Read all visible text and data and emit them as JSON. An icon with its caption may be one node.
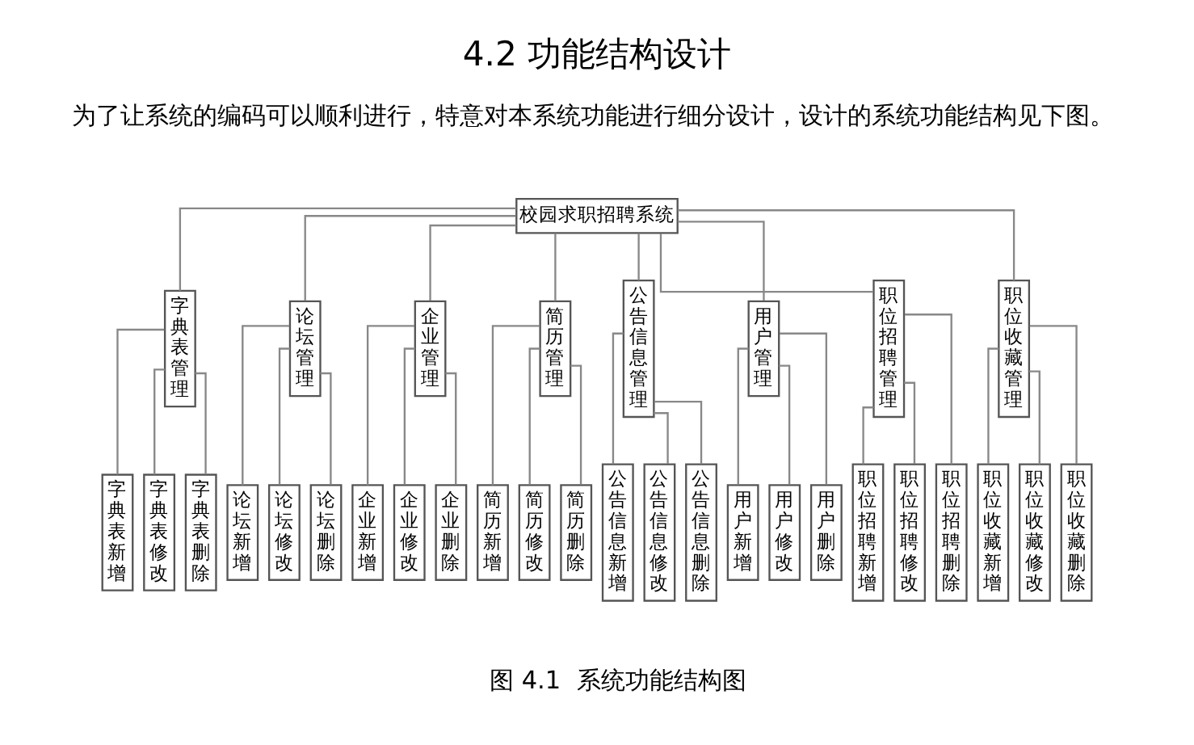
{
  "diagram": {
    "title": "4.2 功能结构设计",
    "caption": "图 4.1  系统功能结构图",
    "nodes": [
      {
        "text": [
          "校园求职招聘系统"
        ]
      },
      {
        "text": [
          "字典表管理"
        ]
      },
      {
        "text": [
          "论坛管理"
        ]
      },
      {
        "text": [
          "企业管理"
        ]
      },
      {
        "text": [
          "简历管理"
        ]
      },
      {
        "text": [
          "公告信息管理"
        ]
      },
      {
        "text": [
          "用户管理"
        ]
      },
      {
        "text": [
          "职位招聘管理"
        ]
      },
      {
        "text": [
          "职位收藏管理"
        ]
      },
      {
        "text": [
          "字典表新增"
        ]
      },
      {
        "text": [
          "字典表修改"
        ]
      },
      {
        "text": [
          "字典表删除"
        ]
      },
      {
        "text": [
          "论坛新增"
        ]
      },
      {
        "text": [
          "论坛修改"
        ]
      },
      {
        "text": [
          "论坛删除"
        ]
      },
      {
        "text": [
          "企业新增"
        ]
      },
      {
        "text": [
          "企业修改"
        ]
      },
      {
        "text": [
          "企业删除"
        ]
      },
      {
        "text": [
          "简历新增"
        ]
      },
      {
        "text": [
          "简历修改"
        ]
      },
      {
        "text": [
          "简历删除"
        ]
      },
      {
        "text": [
          "公告信息新增"
        ]
      },
      {
        "text": [
          "公告信息修改"
        ]
      },
      {
        "text": [
          "公告信息删除"
        ]
      },
      {
        "text": [
          "用户新增"
        ]
      },
      {
        "text": [
          "用户修改"
        ]
      },
      {
        "text": [
          "用户删除"
        ]
      },
      {
        "text": [
          "职位招聘新增"
        ]
      },
      {
        "text": [
          "职位招聘修改"
        ]
      },
      {
        "text": [
          "职位招聘删除"
        ]
      },
      {
        "text": [
          "职位收藏新增"
        ]
      },
      {
        "text": [
          "职位收藏修改"
        ]
      },
      {
        "text": [
          "职位收藏删除"
        ]
      }
    ],
    "edges": [
      {
        "from": 0,
        "to": 1,
        "arrow": "none"
      },
      {
        "from": 0,
        "to": 2,
        "arrow": "none"
      },
      {
        "from": 0,
        "to": 3,
        "arrow": "none"
      },
      {
        "from": 0,
        "to": 4,
        "arrow": "none"
      },
      {
        "from": 0,
        "to": 5,
        "arrow": "none"
      },
      {
        "from": 0,
        "to": 6,
        "arrow": "none"
      },
      {
        "from": 0,
        "to": 7,
        "arrow": "none"
      },
      {
        "from": 0,
        "to": 8,
        "arrow": "none"
      },
      {
        "from": 1,
        "to": 9,
        "arrow": "none"
      },
      {
        "from": 1,
        "to": 10,
        "arrow": "none"
      },
      {
        "from": 1,
        "to": 11,
        "arrow": "none"
      },
      {
        "from": 2,
        "to": 12,
        "arrow": "none"
      },
      {
        "from": 2,
        "to": 13,
        "arrow": "none"
      },
      {
        "from": 2,
        "to": 14,
        "arrow": "none"
      },
      {
        "from": 3,
        "to": 15,
        "arrow": "none"
      },
      {
        "from": 3,
        "to": 16,
        "arrow": "none"
      },
      {
        "from": 3,
        "to": 17,
        "arrow": "none"
      },
      {
        "from": 4,
        "to": 18,
        "arrow": "none"
      },
      {
        "from": 4,
        "to": 19,
        "arrow": "none"
      },
      {
        "from": 4,
        "to": 20,
        "arrow": "none"
      },
      {
        "from": 5,
        "to": 21,
        "arrow": "none"
      },
      {
        "from": 5,
        "to": 22,
        "arrow": "none"
      },
      {
        "from": 5,
        "to": 23,
        "arrow": "none"
      },
      {
        "from": 6,
        "to": 24,
        "arrow": "none"
      },
      {
        "from": 6,
        "to": 25,
        "arrow": "none"
      },
      {
        "from": 6,
        "to": 26,
        "arrow": "none"
      },
      {
        "from": 7,
        "to": 27,
        "arrow": "none"
      },
      {
        "from": 7,
        "to": 28,
        "arrow": "none"
      },
      {
        "from": 7,
        "to": 29,
        "arrow": "none"
      },
      {
        "from": 8,
        "to": 30,
        "arrow": "none"
      },
      {
        "from": 8,
        "to": 31,
        "arrow": "none"
      },
      {
        "from": 8,
        "to": 32,
        "arrow": "none"
      }
    ],
    "labels": [
      "为了让系统的编码可以顺利进行，特意对本系统功能进行细分设计，设计的系统功能结构见下图。"
    ]
  }
}
